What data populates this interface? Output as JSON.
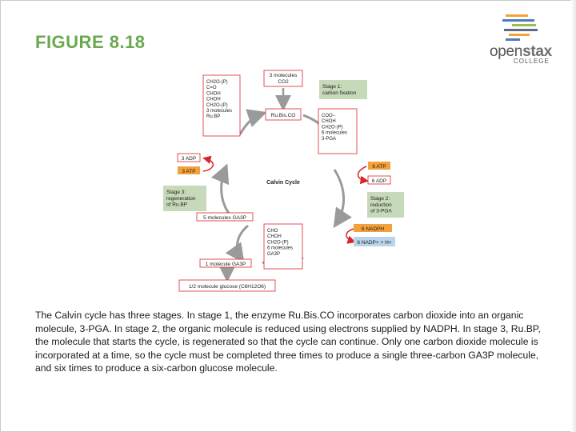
{
  "slide": {
    "title": "FIGURE 8.18",
    "caption": "The Calvin cycle has three stages. In stage 1, the enzyme Ru.Bis.CO incorporates carbon dioxide into an organic molecule, 3-PGA. In stage 2, the organic molecule is reduced using electrons supplied by NADPH. In stage 3, Ru.BP, the molecule that starts the cycle, is regenerated so that the cycle can continue. Only one carbon dioxide molecule is incorporated at a time, so the cycle must be completed three times to produce a single three-carbon GA3P molecule, and six times to produce a six-carbon glucose molecule."
  },
  "logo": {
    "name_part1": "open",
    "name_part2": "stax",
    "sub": "COLLEGE",
    "bar_colors": [
      "#f4a33b",
      "#4d7dba",
      "#9bc04e",
      "#5d6a8a"
    ]
  },
  "colors": {
    "title": "#6aa84f",
    "stage_box": "#c6d9b8",
    "arrow": "#9a9a9a",
    "red": "#d7262b",
    "orange": "#f2a13c",
    "outline": "#d7262b"
  },
  "diagram": {
    "co2": "3 molecules\nCO2",
    "rubisco": "Ru.Bis.CO",
    "stage1": "Stage 1:\ncarbon fixation",
    "stage2": "Stage 2:\nreduction\nof 3-PGA",
    "stage3": "Stage 3:\nregeneration\nof Ru.BP",
    "cycle": "Calvin Cycle",
    "rubp": "CH2O-(P)\nC=O\nCHOH\nCHOH\nCH2O-(P)\n3 molecules\nRu.BP",
    "pga": "COO−\nCHOH\nCH2O-(P)\n6 molecules\n3-PGA",
    "ga3p": "CHO\nCHOH\nCH2O-(P)\n6 molecules\nGA3P",
    "adp3": "3 ADP",
    "atp3": "3 ATP",
    "atp6": "6 ATP",
    "adp6": "6 ADP",
    "nadph": "6 NADPH",
    "nadp": "6 NADP+ + H+",
    "ga3p5": "5 molecules GA3P",
    "ga3p1": "1 molecule GA3P",
    "glucose": "1/2 molecule glucose (C6H12O6)"
  }
}
